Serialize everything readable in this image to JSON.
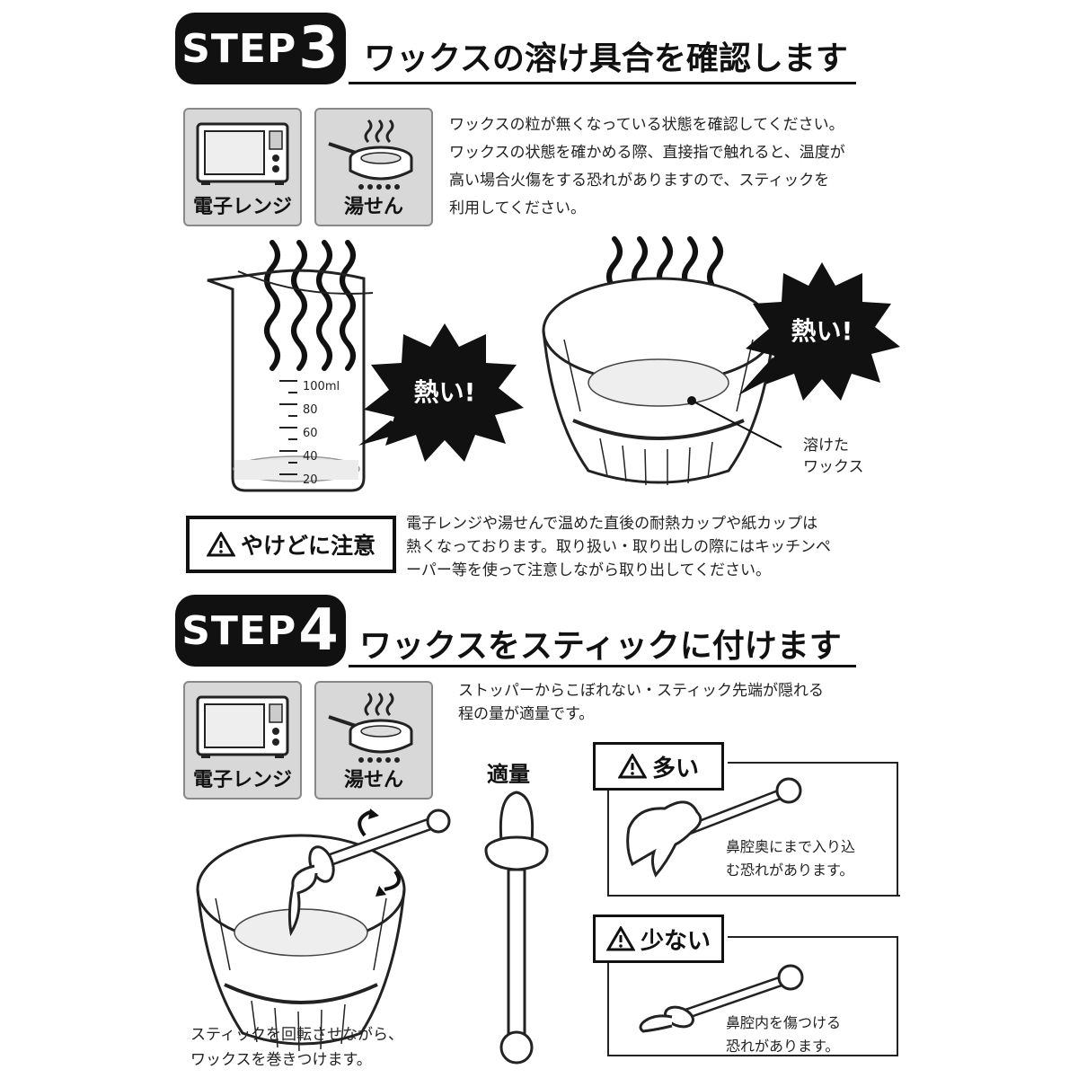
{
  "step3": {
    "badge_word": "STEP",
    "badge_number": "3",
    "title": "ワックスの溶け具合を確認します",
    "method_microwave": "電子レンジ",
    "method_waterbath": "湯せん",
    "description": "ワックスの粒が無くなっている状態を確認してください。\nワックスの状態を確かめる際、直接指で触れると、温度が\n高い場合火傷をする恐れがありますので、スティックを\n利用してください。",
    "hot_label_left": "熱い!",
    "hot_label_right": "熱い!",
    "beaker_scale": [
      "100ml",
      "80",
      "60",
      "40",
      "20"
    ],
    "melted_wax_label": "溶けた\nワックス",
    "caution_label": "やけどに注意",
    "caution_text": "電子レンジや湯せんで温めた直後の耐熱カップや紙カップは\n熱くなっております。取り扱い・取り出しの際にはキッチンペ\nーパー等を使って注意しながら取り出してください。"
  },
  "step4": {
    "badge_word": "STEP",
    "badge_number": "4",
    "title": "ワックスをスティックに付けます",
    "method_microwave": "電子レンジ",
    "method_waterbath": "湯せん",
    "description": "ストッパーからこぼれない・スティック先端が隠れる\n程の量が適量です。",
    "proper_label": "適量",
    "too_much_label": "多い",
    "too_much_text": "鼻腔奥にまで入り込\nむ恐れがあります。",
    "too_little_label": "少ない",
    "too_little_text": "鼻腔内を傷つける\n恐れがあります。",
    "rotate_caption": "スティックを回転させながら、\nワックスを巻きつけます。"
  },
  "colors": {
    "ink": "#111111",
    "panel": "#d8d8d8",
    "accent": "#000000"
  }
}
